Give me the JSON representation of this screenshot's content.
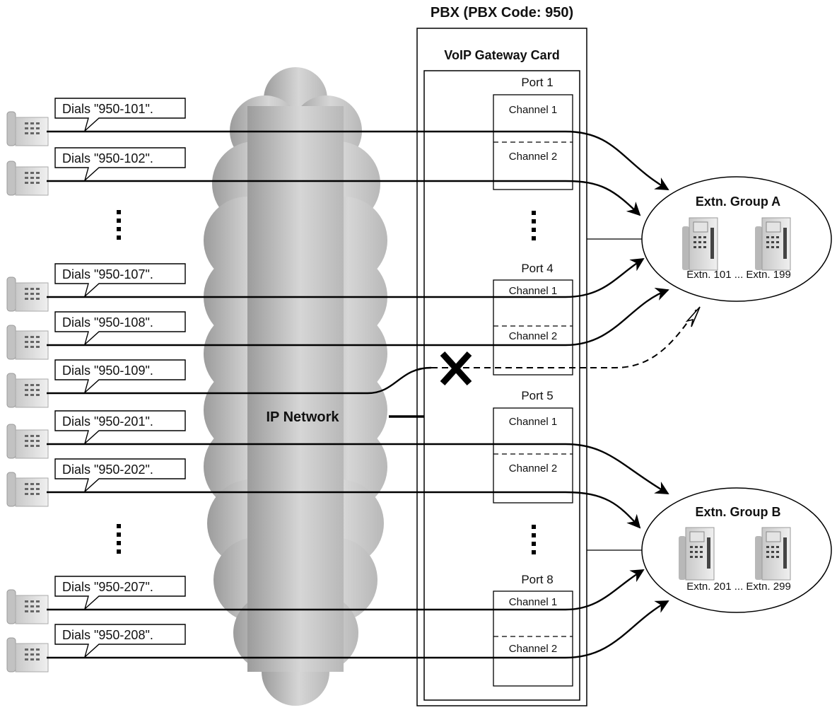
{
  "pbx": {
    "title": "PBX (PBX Code: 950)",
    "card_title": "VoIP Gateway Card",
    "ports": [
      {
        "label": "Port 1",
        "channels": [
          "Channel 1",
          "Channel 2"
        ]
      },
      {
        "label": "Port 4",
        "channels": [
          "Channel 1",
          "Channel 2"
        ]
      },
      {
        "label": "Port 5",
        "channels": [
          "Channel 1",
          "Channel 2"
        ]
      },
      {
        "label": "Port 8",
        "channels": [
          "Channel 1",
          "Channel 2"
        ]
      }
    ]
  },
  "network": {
    "label": "IP Network"
  },
  "callers": [
    {
      "dial": "Dials \"950-101\"."
    },
    {
      "dial": "Dials \"950-102\"."
    },
    {
      "dial": "Dials \"950-107\"."
    },
    {
      "dial": "Dials \"950-108\"."
    },
    {
      "dial": "Dials \"950-109\"."
    },
    {
      "dial": "Dials \"950-201\"."
    },
    {
      "dial": "Dials \"950-202\"."
    },
    {
      "dial": "Dials \"950-207\"."
    },
    {
      "dial": "Dials \"950-208\"."
    }
  ],
  "groups": [
    {
      "title": "Extn. Group A",
      "range": "Extn. 101 ... Extn. 199"
    },
    {
      "title": "Extn. Group B",
      "range": "Extn. 201 ... Extn. 299"
    }
  ],
  "icons": {
    "caller_phone": "phone-icon",
    "extension_phone": "desk-phone-icon",
    "blocked": "x-mark-icon",
    "ellipsis": "vertical-ellipsis-icon"
  },
  "colors": {
    "line": "#000000",
    "cloud": "#b5b5b5",
    "phone": "#cfcfcf"
  }
}
